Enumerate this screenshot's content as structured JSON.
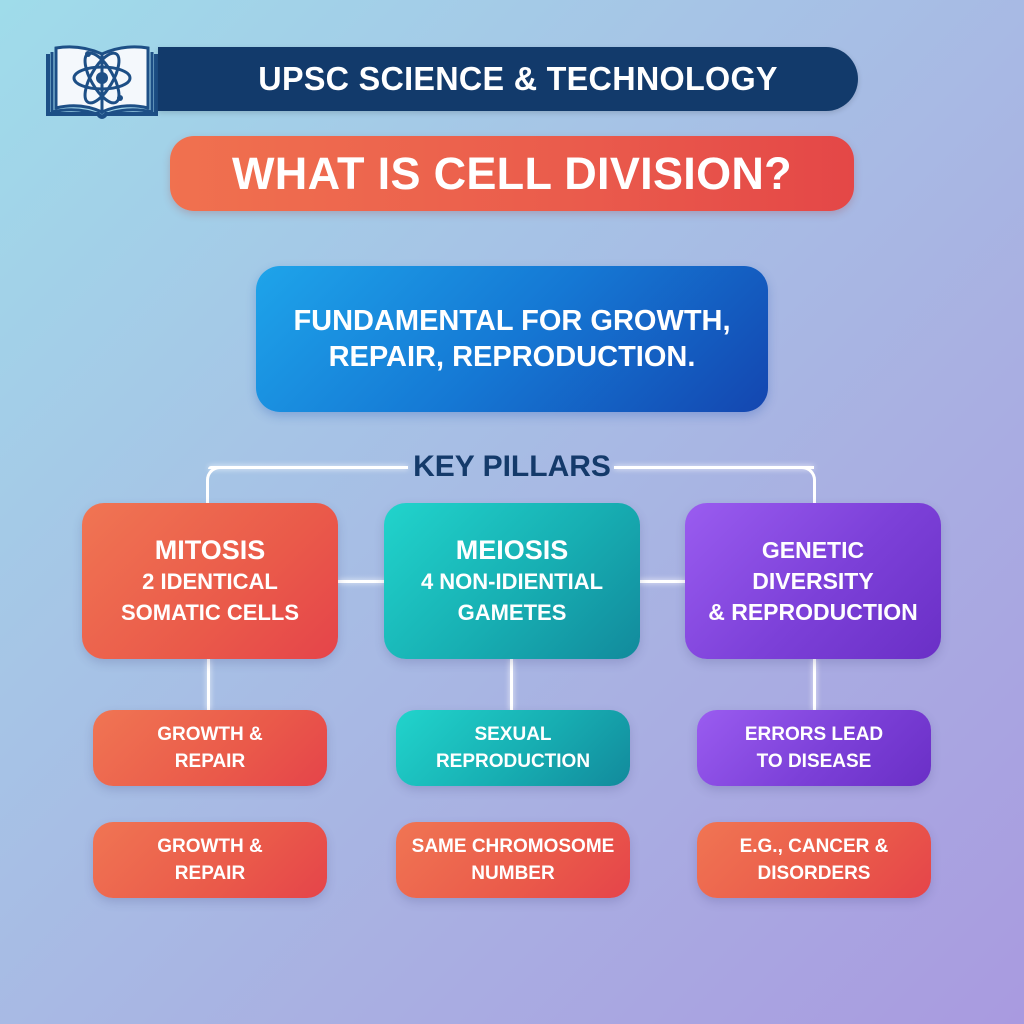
{
  "header": {
    "logo_icon": "atom-book-icon",
    "banner_title": "UPSC SCIENCE & TECHNOLOGY",
    "main_title": "WHAT IS CELL DIVISION?"
  },
  "definition": {
    "lines": [
      "FUNDAMENTAL FOR GROWTH,",
      "REPAIR, REPRODUCTION."
    ]
  },
  "pillars": {
    "label": "KEY PILLARS",
    "columns": [
      {
        "title": "MITOSIS",
        "sub_lines": [
          "2 IDENTICAL",
          "SOMATIC CELLS"
        ],
        "color": "#ea5a4a",
        "children": [
          {
            "lines": [
              "GROWTH &",
              "REPAIR"
            ],
            "color": "#ea5a4a"
          },
          {
            "lines": [
              "GROWTH &",
              "REPAIR"
            ],
            "color": "#ea5a4a"
          }
        ]
      },
      {
        "title": "MEIOSIS",
        "sub_lines": [
          "4 NON-IDIENTIAL",
          "GAMETES"
        ],
        "color": "#17aeb2",
        "children": [
          {
            "lines": [
              "SEXUAL",
              "REPRODUCTION"
            ],
            "color": "#17aeb2"
          },
          {
            "lines": [
              "SAME CHROMOSOME",
              "NUMBER"
            ],
            "color": "#ea5a4a"
          }
        ]
      },
      {
        "title": "",
        "sub_lines": [
          "GENETIC",
          "DIVERSITY",
          "& REPRODUCTION"
        ],
        "color": "#7c40d8",
        "children": [
          {
            "lines": [
              "ERRORS LEAD",
              "TO DISEASE"
            ],
            "color": "#7c40d8"
          },
          {
            "lines": [
              "E.G., CANCER &",
              "DISORDERS"
            ],
            "color": "#ea5a4a"
          }
        ]
      }
    ]
  },
  "colors": {
    "banner": "#123a6b",
    "title_red": "#ea5b4c",
    "definition_blue": "#1578d4",
    "pillars_label": "#143a6a",
    "red": "#ea5a4a",
    "teal": "#17aeb2",
    "purple": "#7c40d8"
  }
}
